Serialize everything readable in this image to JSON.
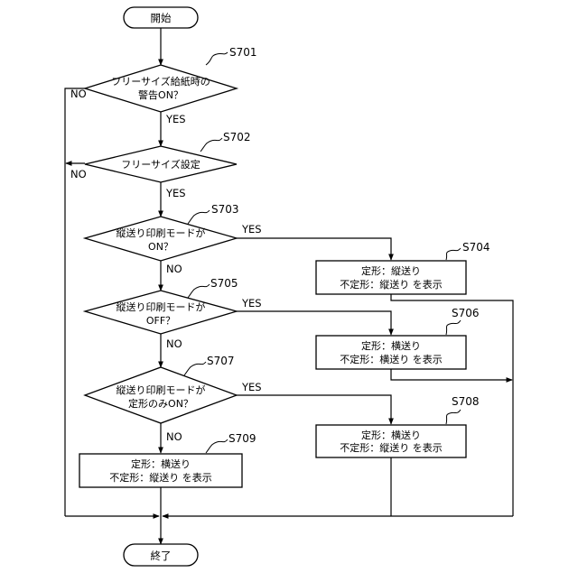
{
  "terminals": {
    "start": "開始",
    "end": "終了"
  },
  "decisions": {
    "d701": {
      "line1": "フリーサイズ給紙時の",
      "line2": "警告ON？"
    },
    "d703": {
      "line1": "縦送り印刷モードが",
      "line2": "ON？"
    },
    "d705": {
      "line1": "縦送り印刷モードが",
      "line2": "OFF？"
    },
    "d707": {
      "line1": "縦送り印刷モードが",
      "line2": "定形のみON？"
    }
  },
  "processes": {
    "p702": {
      "text": "フリーサイズ設定"
    },
    "p704": {
      "line1": "定形：縦送り",
      "line2": "不定形：縦送り を表示"
    },
    "p706": {
      "line1": "定形：横送り",
      "line2": "不定形：横送り を表示"
    },
    "p708": {
      "line1": "定形：横送り",
      "line2": "不定形：縦送り を表示"
    },
    "p709": {
      "line1": "定形：横送り",
      "line2": "不定形：縦送り を表示"
    }
  },
  "step_labels": {
    "s701": "S701",
    "s702": "S702",
    "s703": "S703",
    "s704": "S704",
    "s705": "S705",
    "s706": "S706",
    "s707": "S707",
    "s708": "S708",
    "s709": "S709"
  },
  "branch_labels": {
    "yes_701": "YES",
    "no_701": "NO",
    "yes_702": "YES",
    "no_702": "NO",
    "yes_703": "YES",
    "no_703": "NO",
    "yes_705": "YES",
    "no_705": "NO",
    "yes_707": "YES",
    "no_707": "NO"
  }
}
